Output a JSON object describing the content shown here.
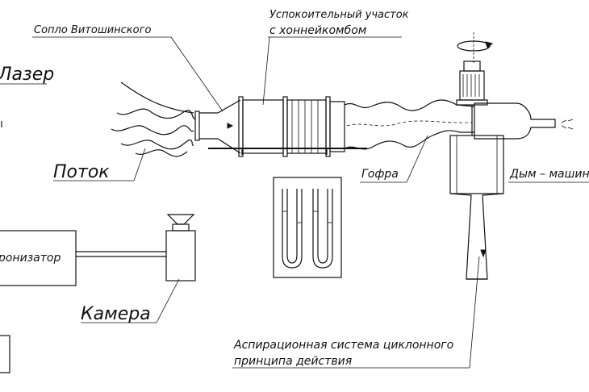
{
  "labels": {
    "nozzle": "Сопло Витошинского",
    "settling_1": "Успокоительный участок",
    "settling_2": "с хоннейкомбом",
    "laser": "Лазер",
    "flow": "Поток",
    "corrugation": "Гофра",
    "smoke": "Дым – машин",
    "synchronizer": "ронизатор",
    "camera": "Камера",
    "aspiration_1": "Аспирационная система циклонного",
    "aspiration_2": "принципа действия"
  },
  "colors": {
    "ink": "#111111",
    "background": "#ffffff"
  },
  "icons": [
    "motor-icon",
    "rotation-arrow-icon",
    "funnel-icon",
    "manometer-icon"
  ]
}
